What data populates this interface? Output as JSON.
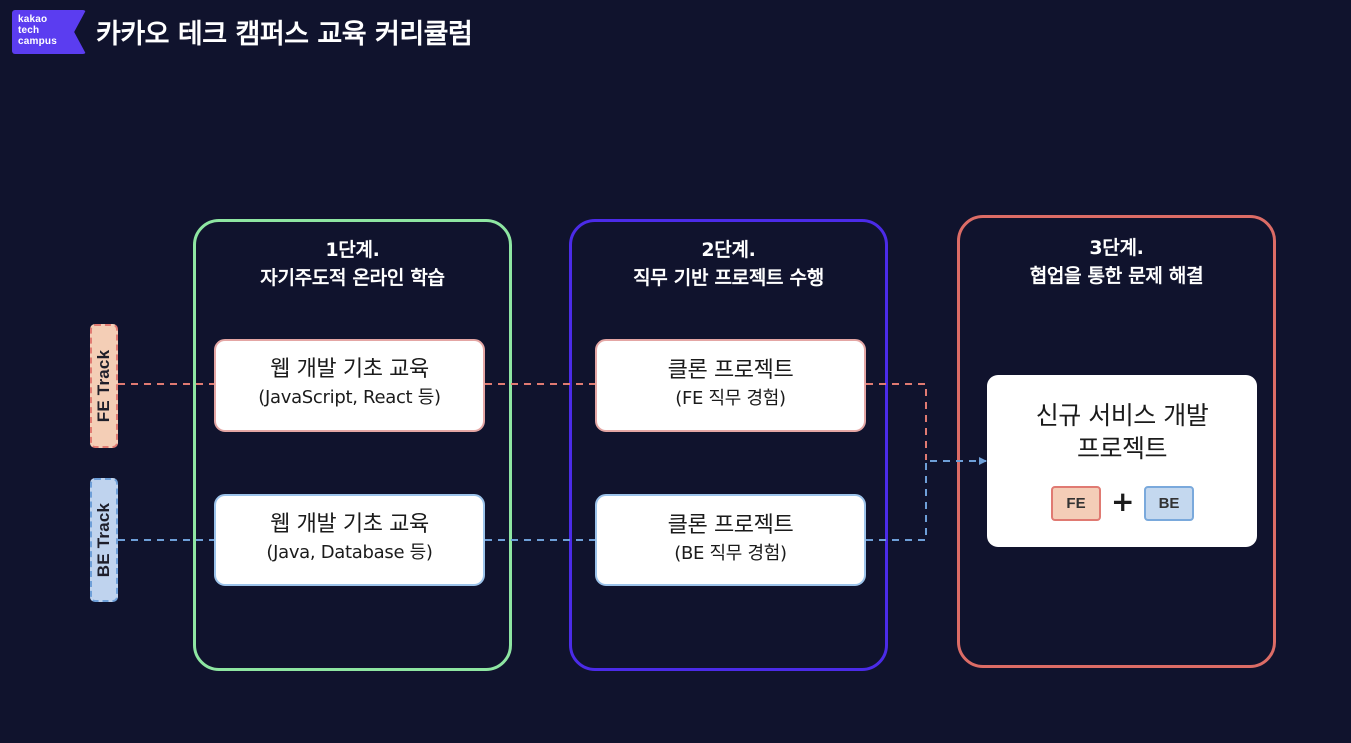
{
  "header": {
    "logo_lines": [
      "kakao",
      "tech",
      "campus"
    ],
    "title": "카카오 테크 캠퍼스 교육 커리큘럼"
  },
  "tracks": {
    "fe": "FE Track",
    "be": "BE Track"
  },
  "stages": [
    {
      "step": "1단계.",
      "name": "자기주도적 온라인 학습",
      "border_color": "#8ee6a2",
      "cards": [
        {
          "title": "웹 개발 기초 교육",
          "detail": "(JavaScript, React 등)"
        },
        {
          "title": "웹 개발 기초 교육",
          "detail": "(Java, Database 등)"
        }
      ]
    },
    {
      "step": "2단계.",
      "name": "직무 기반 프로젝트 수행",
      "border_color": "#4b2be8",
      "cards": [
        {
          "title": "클론 프로젝트",
          "detail": "(FE 직무 경험)"
        },
        {
          "title": "클론 프로젝트",
          "detail": "(BE 직무 경험)"
        }
      ]
    },
    {
      "step": "3단계.",
      "name": "협업을 통한 문제 해결",
      "border_color": "#dc6c66",
      "card": {
        "title_line1": "신규 서비스 개발",
        "title_line2": "프로젝트",
        "chip_fe": "FE",
        "plus": "+",
        "chip_be": "BE"
      }
    }
  ],
  "colors": {
    "background": "#10132d",
    "fe_line": "#e07a72",
    "be_line": "#6e9fd8",
    "logo": "#5b3df0"
  }
}
